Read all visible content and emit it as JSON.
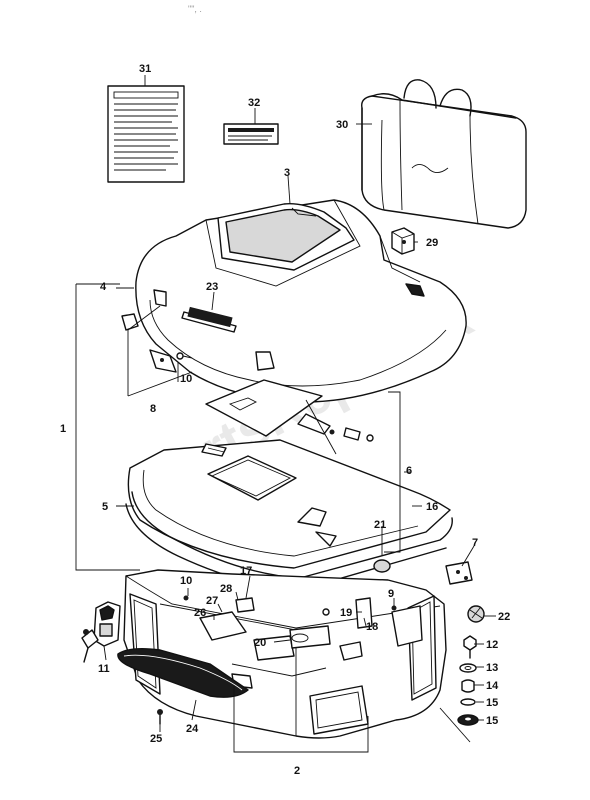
{
  "diagram": {
    "top_mark": "\"\", .",
    "watermark": "PartsRepublik",
    "labels": {
      "p1": "1",
      "p2": "2",
      "p3": "3",
      "p4": "4",
      "p5": "5",
      "p6": "6",
      "p7": "7",
      "p8": "8",
      "p9": "9",
      "p10a": "10",
      "p10b": "10",
      "p11": "11",
      "p12": "12",
      "p13": "13",
      "p14": "14",
      "p15a": "15",
      "p15b": "15",
      "p16": "16",
      "p17": "17",
      "p18": "18",
      "p19": "19",
      "p20": "20",
      "p21": "21",
      "p22": "22",
      "p23": "23",
      "p24": "24",
      "p25": "25",
      "p26": "26",
      "p27": "27",
      "p28": "28",
      "p29": "29",
      "p30": "30",
      "p31": "31",
      "p32": "32"
    }
  },
  "colors": {
    "ink": "#111111",
    "watermark": "#cfcfcf",
    "background": "#ffffff"
  }
}
